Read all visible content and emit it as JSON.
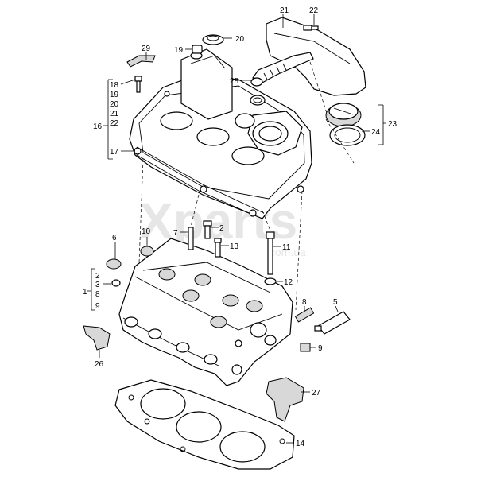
{
  "watermark": {
    "main": "Xparts",
    "sub": ".com.ua"
  },
  "callouts": {
    "c1": "1",
    "c2a": "2",
    "c2b": "2",
    "c3": "3",
    "c5": "5",
    "c6": "6",
    "c7": "7",
    "c8a": "8",
    "c8b": "8",
    "c9a": "9",
    "c9b": "9",
    "c10": "10",
    "c11": "11",
    "c12": "12",
    "c13": "13",
    "c14": "14",
    "c16": "16",
    "c17": "17",
    "c18": "18",
    "c19a": "19",
    "c19b": "19",
    "c20a": "20",
    "c20b": "20",
    "c21a": "21",
    "c21b": "21",
    "c22a": "22",
    "c22b": "22",
    "c23": "23",
    "c24": "24",
    "c26": "26",
    "c27": "27",
    "c28": "28",
    "c29": "29"
  },
  "colors": {
    "line": "#000000",
    "shade": "#d8d8d8",
    "watermark": "#e6e6e6",
    "background": "#ffffff"
  }
}
